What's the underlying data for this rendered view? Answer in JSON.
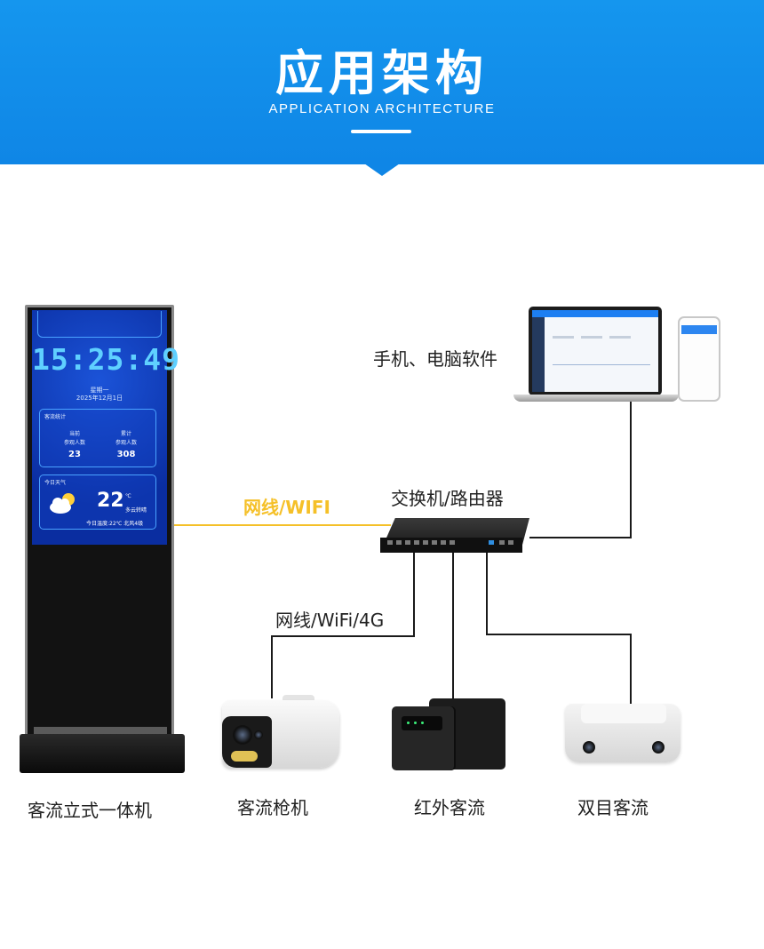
{
  "header": {
    "title": "应用架构",
    "subtitle": "APPLICATION ARCHITECTURE"
  },
  "kiosk_screen": {
    "time": "15:25:49",
    "weekday": "星期一",
    "date": "2025年12月1日",
    "stats_title": "客流统计",
    "current_label": "当前",
    "current_sub": "参观人数",
    "current_value": "23",
    "total_label": "累计",
    "total_sub": "参观人数",
    "total_value": "308",
    "weather_title": "今日天气",
    "temperature": "22",
    "temp_unit": "℃",
    "condition": "多云转晴",
    "detail": "今日温度:22℃ 北风4级"
  },
  "diagram": {
    "software_label": "手机、电脑软件",
    "switch_label": "交换机/路由器",
    "kiosk_link_label": "网线/WIFI",
    "device_link_label": "网线/WiFi/4G",
    "colors": {
      "wire_main": "#1a1a1a",
      "wire_kiosk": "#f5c028",
      "banner": "#1596ee"
    }
  },
  "devices": {
    "kiosk": "客流立式一体机",
    "camera": "客流枪机",
    "infrared": "红外客流",
    "binocular": "双目客流"
  }
}
